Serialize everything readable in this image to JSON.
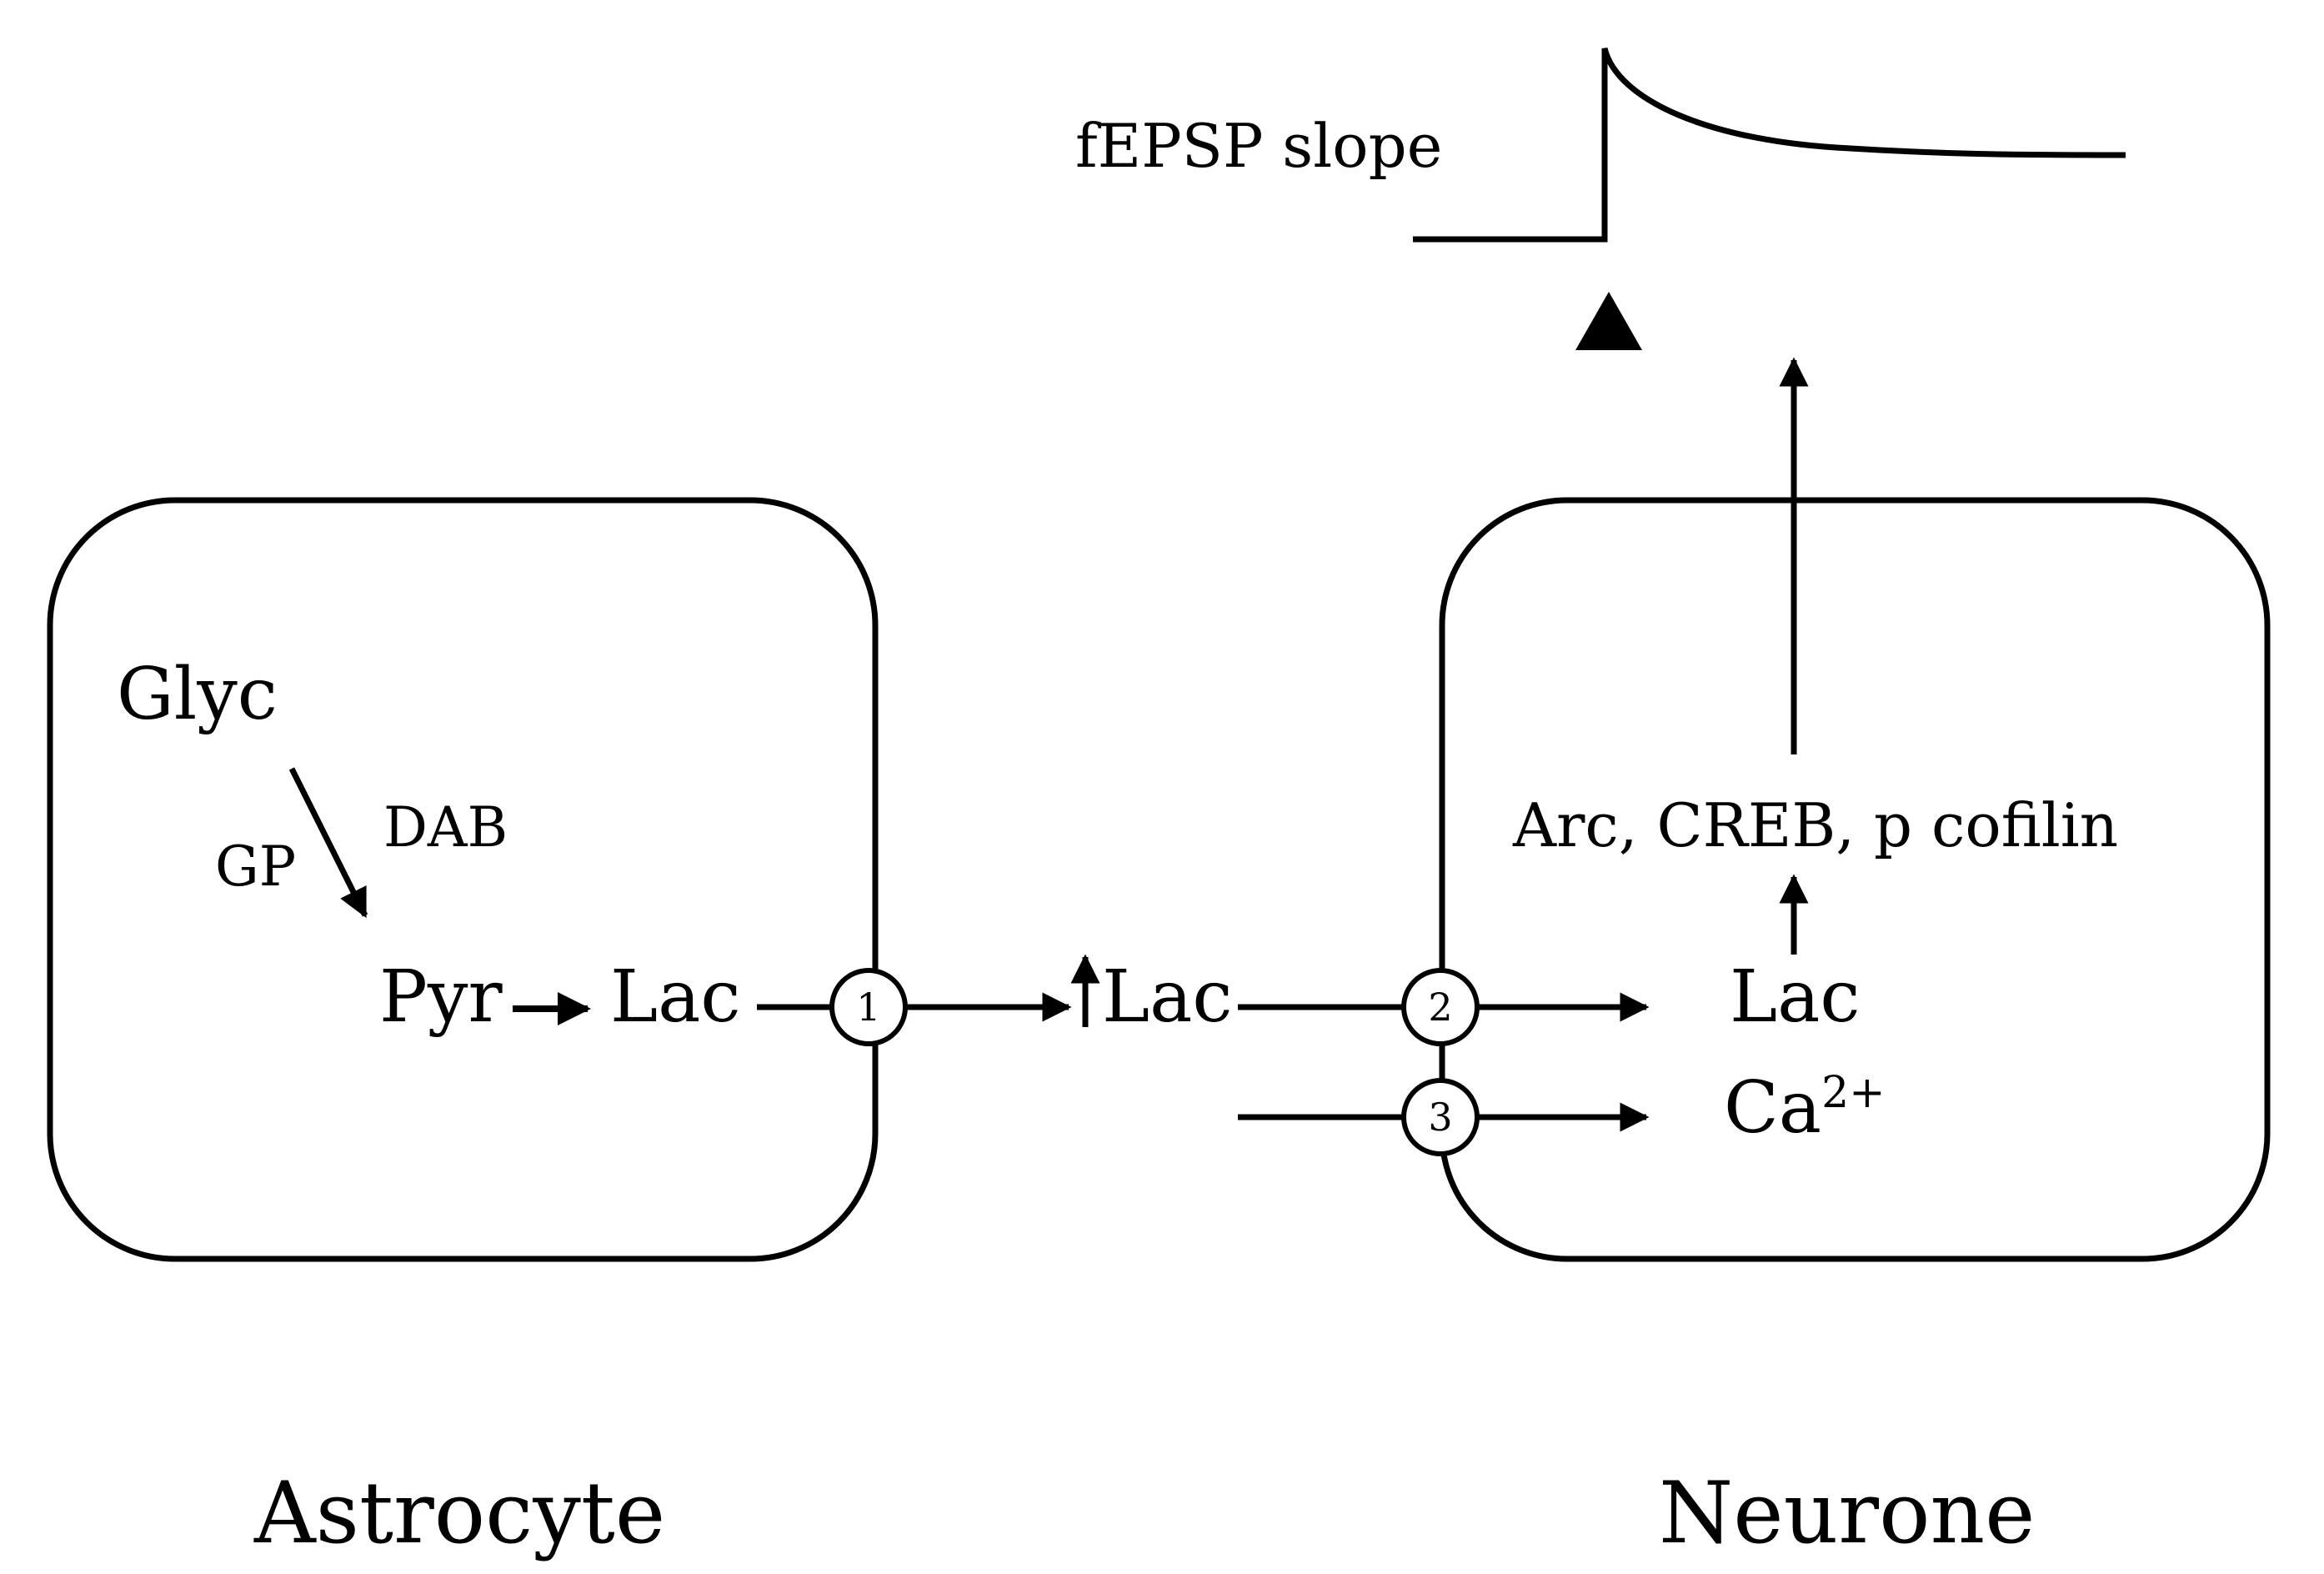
{
  "trace": {
    "label": "fEPSP slope"
  },
  "astrocyte": {
    "title": "Astrocyte",
    "glycogen": "Glyc",
    "enzyme": "GP",
    "inhibitor": "DAB",
    "pyruvate": "Pyr",
    "lactate": "Lac"
  },
  "extracellular": {
    "lactate": "Lac"
  },
  "neurone": {
    "title": "Neurone",
    "targets": "Arc, CREB, p cofilin",
    "lactate": "Lac",
    "calcium": "Ca",
    "calcium_charge": "2+"
  },
  "transporters": [
    "1",
    "2",
    "3"
  ]
}
